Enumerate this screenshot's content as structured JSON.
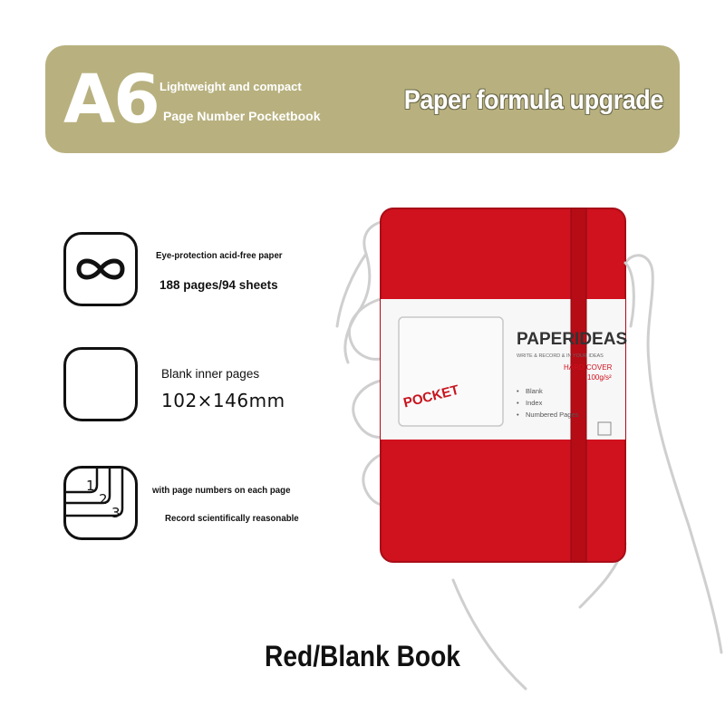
{
  "banner": {
    "size": "A6",
    "line1": "Lightweight and compact",
    "line2": "Page Number Pocketbook",
    "headline": "Paper formula upgrade",
    "color": "#b8b17f"
  },
  "features": [
    {
      "icon": "infinity-icon",
      "line1": "Eye-protection acid-free paper",
      "line2": "188 pages/94 sheets"
    },
    {
      "icon": "blank-page-icon",
      "line1": "Blank inner pages",
      "line2": "102×146mm"
    },
    {
      "icon": "page-numbers-icon",
      "line1": "with page numbers on each page",
      "line2": "Record scientifically reasonable",
      "digits": [
        "1",
        "2",
        "3"
      ]
    }
  ],
  "notebook": {
    "color": "#d0111e",
    "brand": "PAPERIDEAS",
    "tagline": "WRITE & RECORD & IN YOUR IDEAS",
    "cover": "HARD COVER",
    "gsm": "100g/s²",
    "stamp": "POCKET",
    "options": [
      "Blank",
      "Index",
      "Numbered Pages"
    ]
  },
  "caption": "Red/Blank Book"
}
